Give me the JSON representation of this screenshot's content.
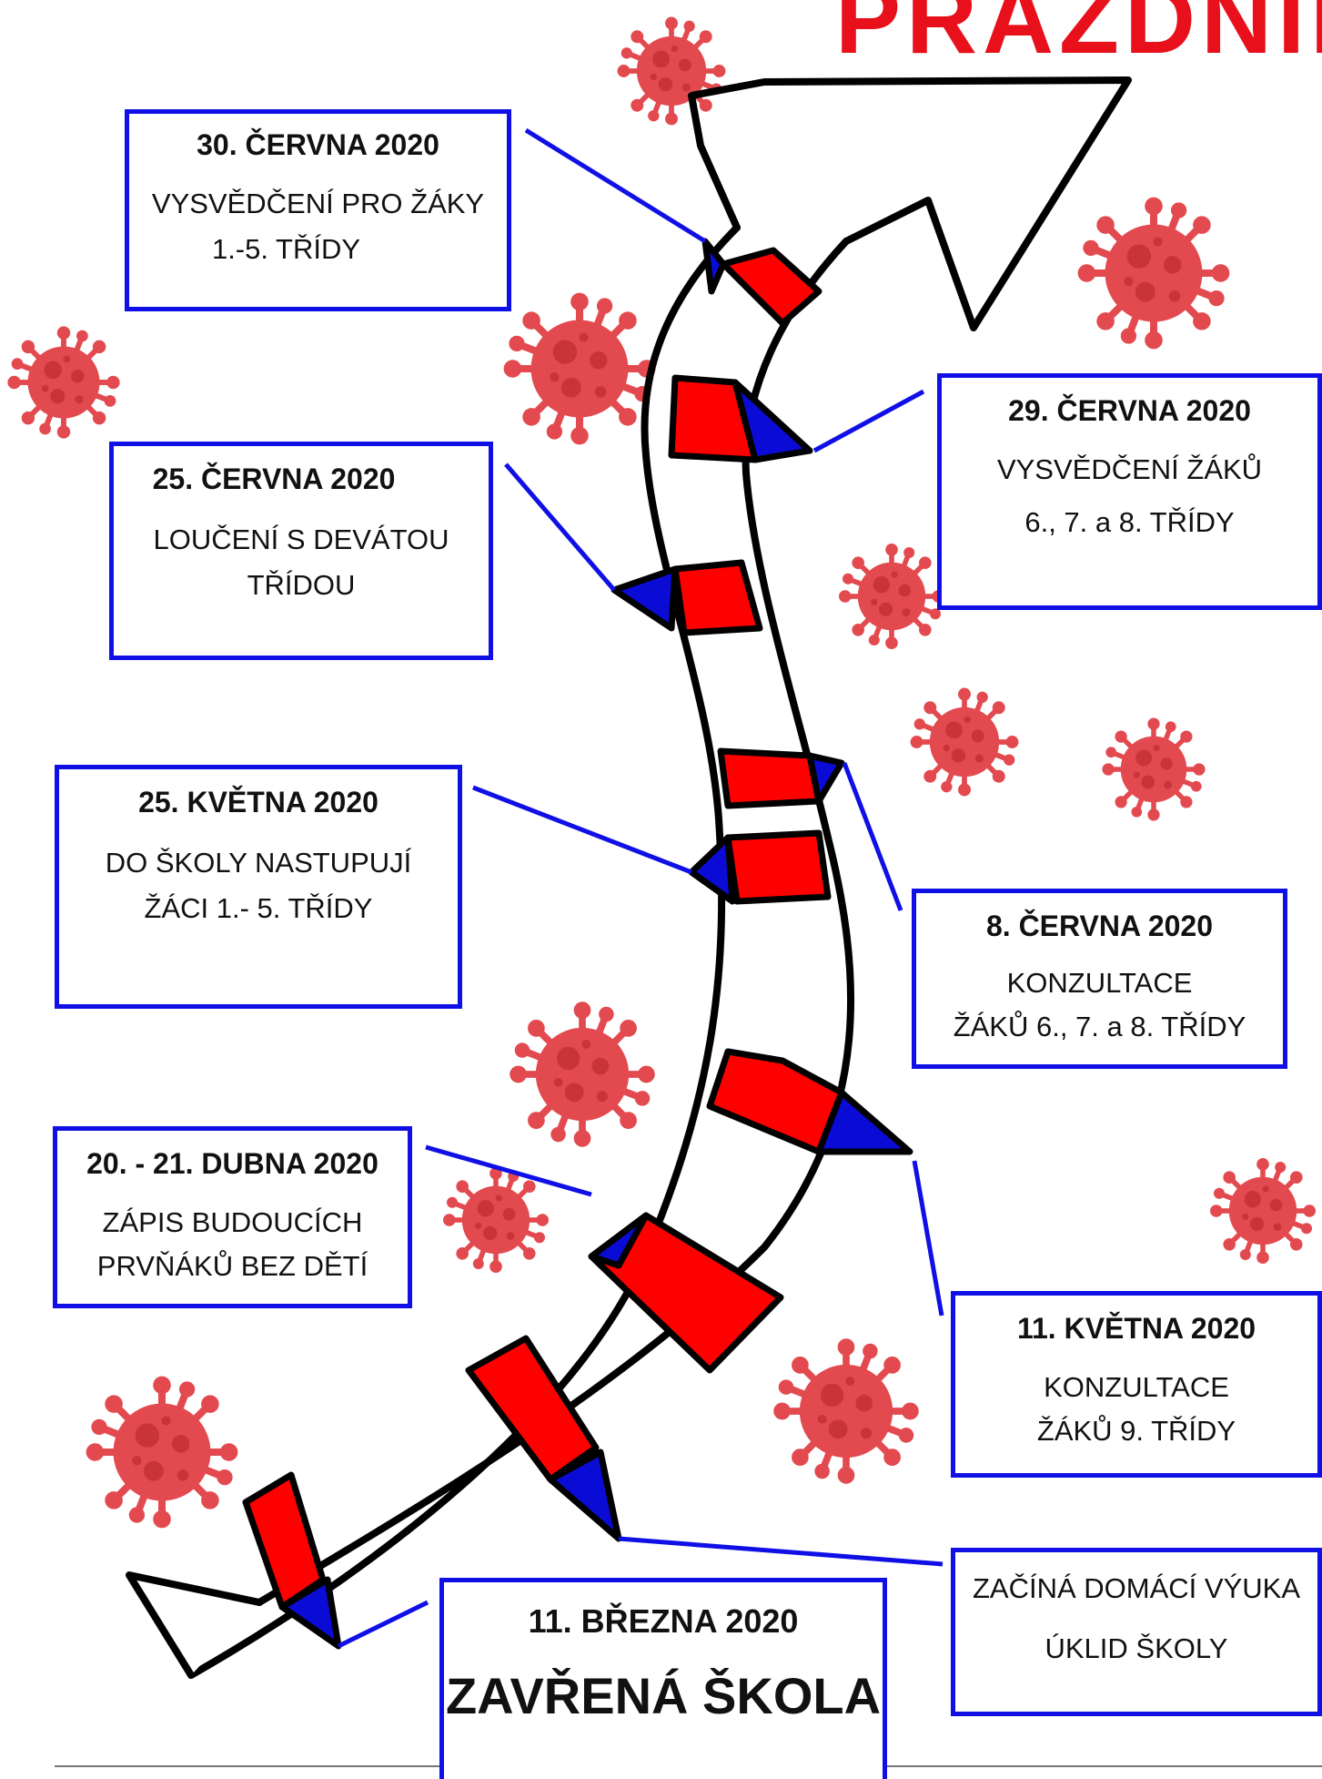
{
  "title": "PRÁZDNIN",
  "colors": {
    "border": "#1010e6",
    "connector": "#1010e6",
    "stripe": "#ff0000",
    "arrowhead": "#0b0bd6",
    "virus": "#e34a4f",
    "title": "#e8101a"
  },
  "events": [
    {
      "id": "e1",
      "date": "30. ČERVNA 2020",
      "lines": [
        "VYSVĚDČENÍ PRO ŽÁKY",
        "1.-5. TŘÍDY"
      ]
    },
    {
      "id": "e2",
      "date": "29. ČERVNA  2020",
      "lines": [
        "VYSVĚDČENÍ  ŽÁKŮ",
        "6., 7. a 8. TŘÍDY"
      ]
    },
    {
      "id": "e3",
      "date": "25. ČERVNA 2020",
      "lines": [
        "LOUČENÍ S  DEVÁTOU",
        "TŘÍDOU"
      ]
    },
    {
      "id": "e4",
      "date": "25. KVĚTNA 2020",
      "lines": [
        "DO ŠKOLY NASTUPUJÍ",
        "ŽÁCI 1.- 5. TŘÍDY"
      ]
    },
    {
      "id": "e5",
      "date": "8. ČERVNA 2020",
      "lines": [
        "KONZULTACE",
        "ŽÁKŮ 6., 7. a 8. TŘÍDY"
      ]
    },
    {
      "id": "e6",
      "date": "20. - 21. DUBNA 2020",
      "lines": [
        "ZÁPIS BUDOUCÍCH",
        "PRVŇÁKŮ BEZ DĚTÍ"
      ]
    },
    {
      "id": "e7",
      "date": "11. KVĚTNA 2020",
      "lines": [
        "KONZULTACE",
        "ŽÁKŮ 9. TŘÍDY"
      ]
    },
    {
      "id": "e8",
      "date": "",
      "lines": [
        "ZAČÍNÁ DOMÁCÍ VÝUKA",
        "ÚKLID ŠKOLY"
      ]
    },
    {
      "id": "e9",
      "date": "11. BŘEZNA 2020",
      "lines": [
        "ZAVŘENÁ ŠKOLA"
      ]
    }
  ]
}
